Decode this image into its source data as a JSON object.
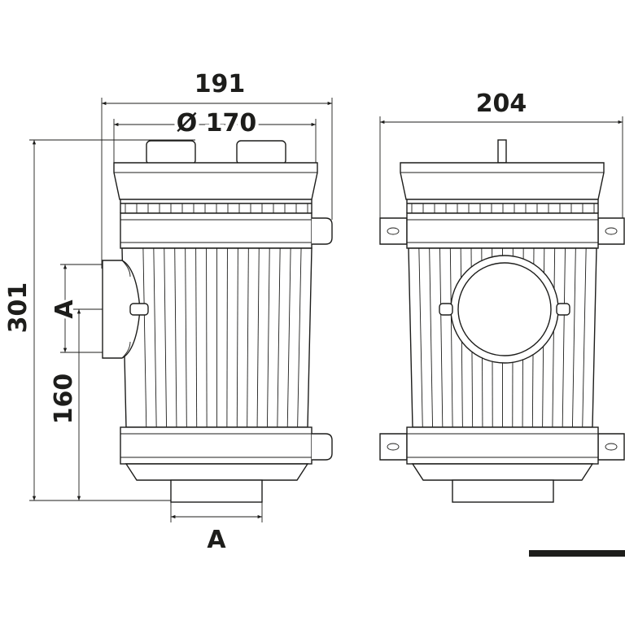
{
  "dimensions": {
    "overall_width": "191",
    "cap_diameter": "Ø 170",
    "side_width": "204",
    "overall_height": "301",
    "outlet_height": "160",
    "inlet_label": "A",
    "outlet_label": "A"
  },
  "colors": {
    "line": "#1d1d1b",
    "background": "#ffffff"
  }
}
